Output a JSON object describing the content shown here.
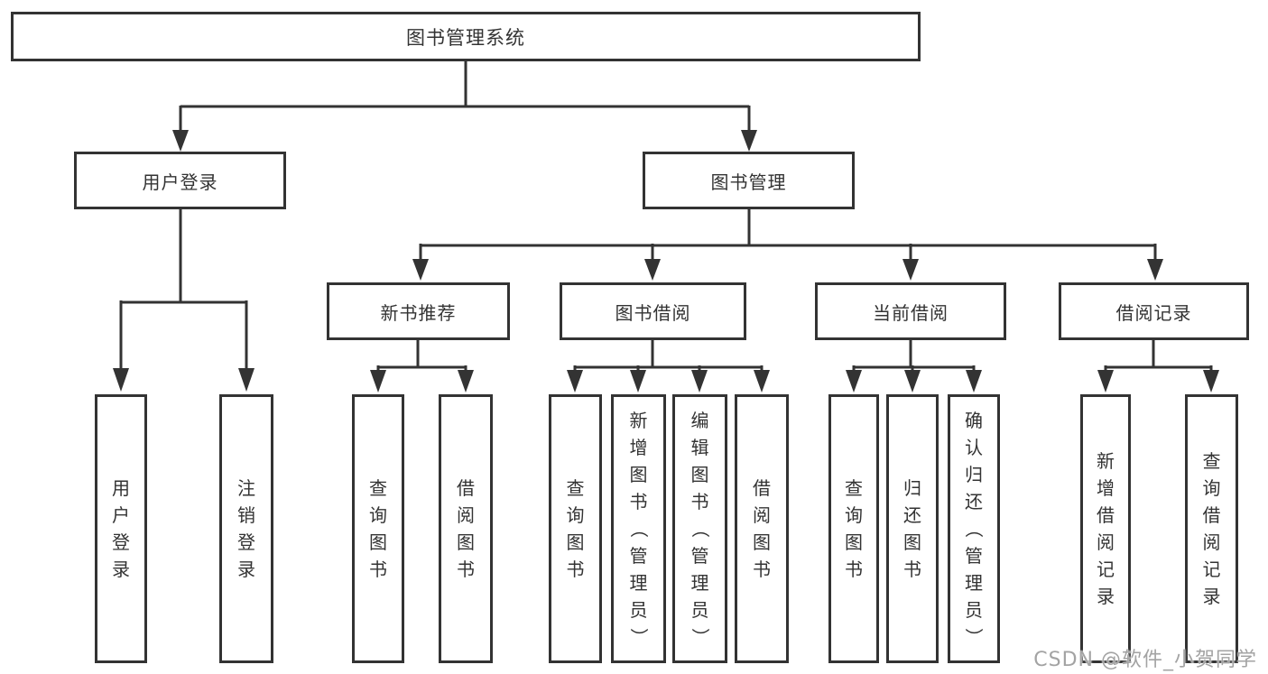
{
  "diagram": {
    "root": {
      "label": "图书管理系统"
    },
    "level2": {
      "user_login": {
        "label": "用户登录"
      },
      "book_mgmt": {
        "label": "图书管理"
      }
    },
    "level3": {
      "new_book": {
        "label": "新书推荐"
      },
      "book_borrow": {
        "label": "图书借阅"
      },
      "current_borrow": {
        "label": "当前借阅"
      },
      "borrow_record": {
        "label": "借阅记录"
      }
    },
    "leaves": {
      "login": {
        "label": "用户登录"
      },
      "logout": {
        "label": "注销登录"
      },
      "nb_query": {
        "label": "查询图书"
      },
      "nb_borrow": {
        "label": "借阅图书"
      },
      "bb_query": {
        "label": "查询图书"
      },
      "bb_add": {
        "label": "新增图书（管理员）"
      },
      "bb_edit": {
        "label": "编辑图书（管理员）"
      },
      "bb_borrow": {
        "label": "借阅图书"
      },
      "cb_query": {
        "label": "查询图书"
      },
      "cb_return": {
        "label": "归还图书"
      },
      "cb_confirm": {
        "label": "确认归还（管理员）"
      },
      "br_add": {
        "label": "新增借阅记录"
      },
      "br_query": {
        "label": "查询借阅记录"
      }
    }
  },
  "watermark": {
    "text": "CSDN @软件_小贺同学"
  },
  "colors": {
    "line": "#333333",
    "text": "#333333",
    "box_background": "#ffffff",
    "background": "#ffffff",
    "watermark": "#a3a3a3"
  }
}
